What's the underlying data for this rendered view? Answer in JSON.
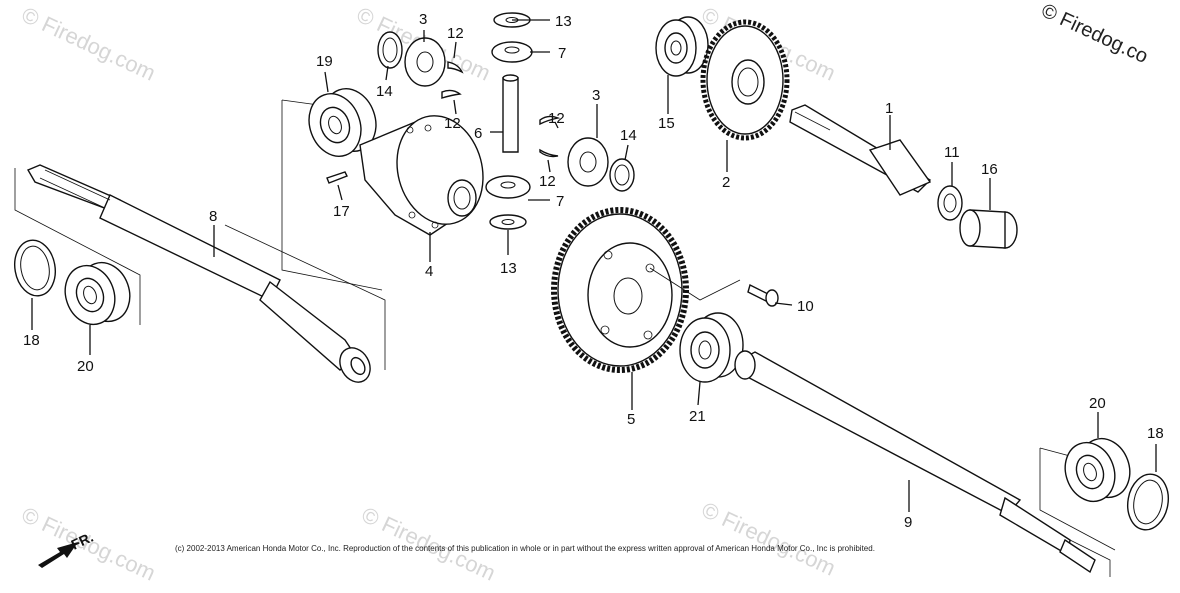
{
  "brand_notice": "© Firedog.co",
  "watermark_text": "© Firedog.com",
  "copyright": "(c) 2002-2013 American Honda Motor Co., Inc. Reproduction of the contents of this publication in whole or in part without the express written approval of American Honda Motor Co., Inc is prohibited.",
  "direction_label": "FR.",
  "callouts": [
    {
      "id": "c1",
      "text": "1"
    },
    {
      "id": "c2",
      "text": "2"
    },
    {
      "id": "c3a",
      "text": "3"
    },
    {
      "id": "c3b",
      "text": "3"
    },
    {
      "id": "c4",
      "text": "4"
    },
    {
      "id": "c5",
      "text": "5"
    },
    {
      "id": "c6",
      "text": "6"
    },
    {
      "id": "c7a",
      "text": "7"
    },
    {
      "id": "c7b",
      "text": "7"
    },
    {
      "id": "c8",
      "text": "8"
    },
    {
      "id": "c9",
      "text": "9"
    },
    {
      "id": "c10",
      "text": "10"
    },
    {
      "id": "c11",
      "text": "11"
    },
    {
      "id": "c12a",
      "text": "12"
    },
    {
      "id": "c12b",
      "text": "12"
    },
    {
      "id": "c12c",
      "text": "12"
    },
    {
      "id": "c12d",
      "text": "12"
    },
    {
      "id": "c13a",
      "text": "13"
    },
    {
      "id": "c13b",
      "text": "13"
    },
    {
      "id": "c14a",
      "text": "14"
    },
    {
      "id": "c14b",
      "text": "14"
    },
    {
      "id": "c15",
      "text": "15"
    },
    {
      "id": "c16",
      "text": "16"
    },
    {
      "id": "c17",
      "text": "17"
    },
    {
      "id": "c18a",
      "text": "18"
    },
    {
      "id": "c18b",
      "text": "18"
    },
    {
      "id": "c19",
      "text": "19"
    },
    {
      "id": "c20a",
      "text": "20"
    },
    {
      "id": "c20b",
      "text": "20"
    },
    {
      "id": "c21",
      "text": "21"
    }
  ]
}
